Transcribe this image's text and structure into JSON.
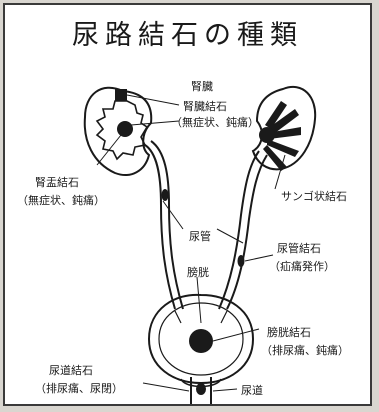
{
  "title": "尿路結石の種類",
  "labels": {
    "kidney": "腎臓",
    "kidney_stone": "腎臓結石",
    "kidney_stone_symptoms": "（無症状、鈍痛）",
    "pelvis_stone": "腎盂結石",
    "pelvis_stone_symptoms": "（無症状、鈍痛）",
    "coral_stone": "サンゴ状結石",
    "ureter": "尿管",
    "ureter_stone": "尿管結石",
    "ureter_stone_symptoms": "（疝痛発作）",
    "bladder": "膀胱",
    "bladder_stone": "膀胱結石",
    "bladder_stone_symptoms": "（排尿痛、鈍痛）",
    "urethra_stone": "尿道結石",
    "urethra_stone_symptoms": "（排尿痛、尿閉）",
    "urethra": "尿道"
  }
}
